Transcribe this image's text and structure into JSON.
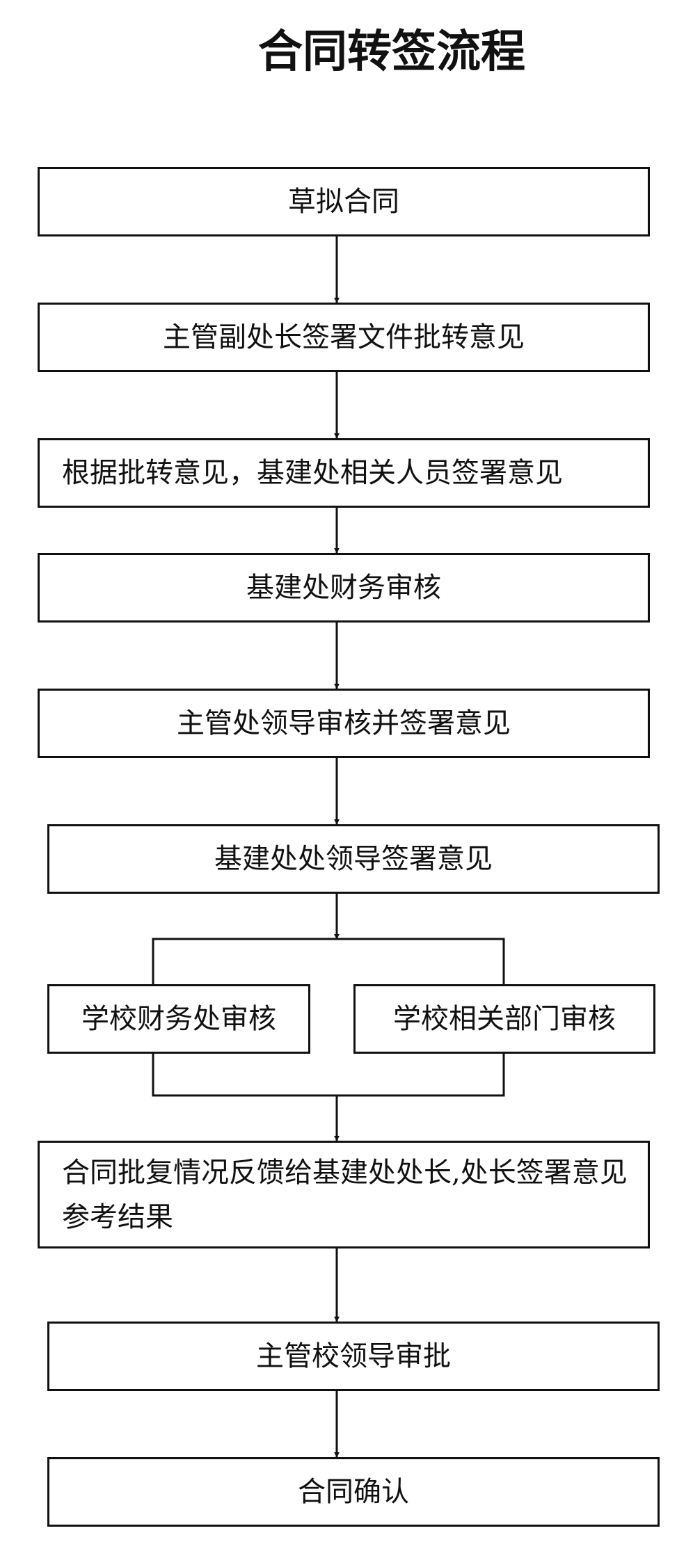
{
  "title": "合同转签流程",
  "steps": {
    "draft": "草拟合同",
    "deputy": "主管副处长签署文件批转意见",
    "staff": "根据批转意见，基建处相关人员签署意见",
    "finance": "基建处财务审核",
    "supervisor": "主管处领导审核并签署意见",
    "dept_leader": "基建处处领导签署意见",
    "school_finance": "学校财务处审核",
    "school_related": "学校相关部门审核",
    "feedback": "合同批复情况反馈给基建处处长,处长签署意见参考结果",
    "school_leader": "主管校领导审批",
    "confirm": "合同确认"
  }
}
